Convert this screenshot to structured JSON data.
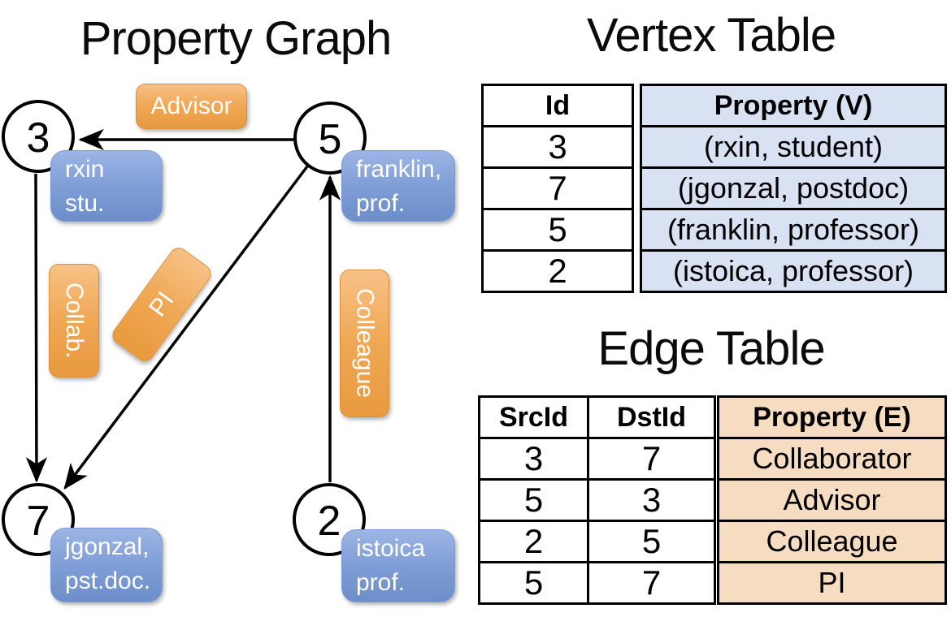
{
  "colors": {
    "orange_top": "#F7C287",
    "orange_mid": "#F0A855",
    "orange_bottom": "#E9993E",
    "orange_border": "#D98F35",
    "blue_top": "#9CB5E4",
    "blue_mid": "#7E9DD6",
    "blue_bottom": "#6D8EC9",
    "blue_border": "#7D9BD2",
    "vertex_cell_bg": "#D9E2F3",
    "edge_cell_bg": "#F6DCC1",
    "line": "#000000"
  },
  "graph": {
    "title": "Property Graph",
    "nodes": [
      {
        "id": "3",
        "label_lines": [
          "rxin",
          "stu."
        ]
      },
      {
        "id": "5",
        "label_lines": [
          "franklin,",
          "prof."
        ]
      },
      {
        "id": "7",
        "label_lines": [
          "jgonzal,",
          "pst.doc."
        ]
      },
      {
        "id": "2",
        "label_lines": [
          "istoica",
          "prof."
        ]
      }
    ],
    "edge_labels": {
      "advisor": "Advisor",
      "collab": "Collab.",
      "pi": "PI",
      "colleague": "Colleague"
    }
  },
  "vertex_table": {
    "title": "Vertex Table",
    "columns": [
      "Id",
      "Property (V)"
    ],
    "rows": [
      [
        "3",
        "(rxin, student)"
      ],
      [
        "7",
        "(jgonzal, postdoc)"
      ],
      [
        "5",
        "(franklin, professor)"
      ],
      [
        "2",
        "(istoica, professor)"
      ]
    ]
  },
  "edge_table": {
    "title": "Edge Table",
    "columns": [
      "SrcId",
      "DstId",
      "Property (E)"
    ],
    "rows": [
      [
        "3",
        "7",
        "Collaborator"
      ],
      [
        "5",
        "3",
        "Advisor"
      ],
      [
        "2",
        "5",
        "Colleague"
      ],
      [
        "5",
        "7",
        "PI"
      ]
    ]
  }
}
